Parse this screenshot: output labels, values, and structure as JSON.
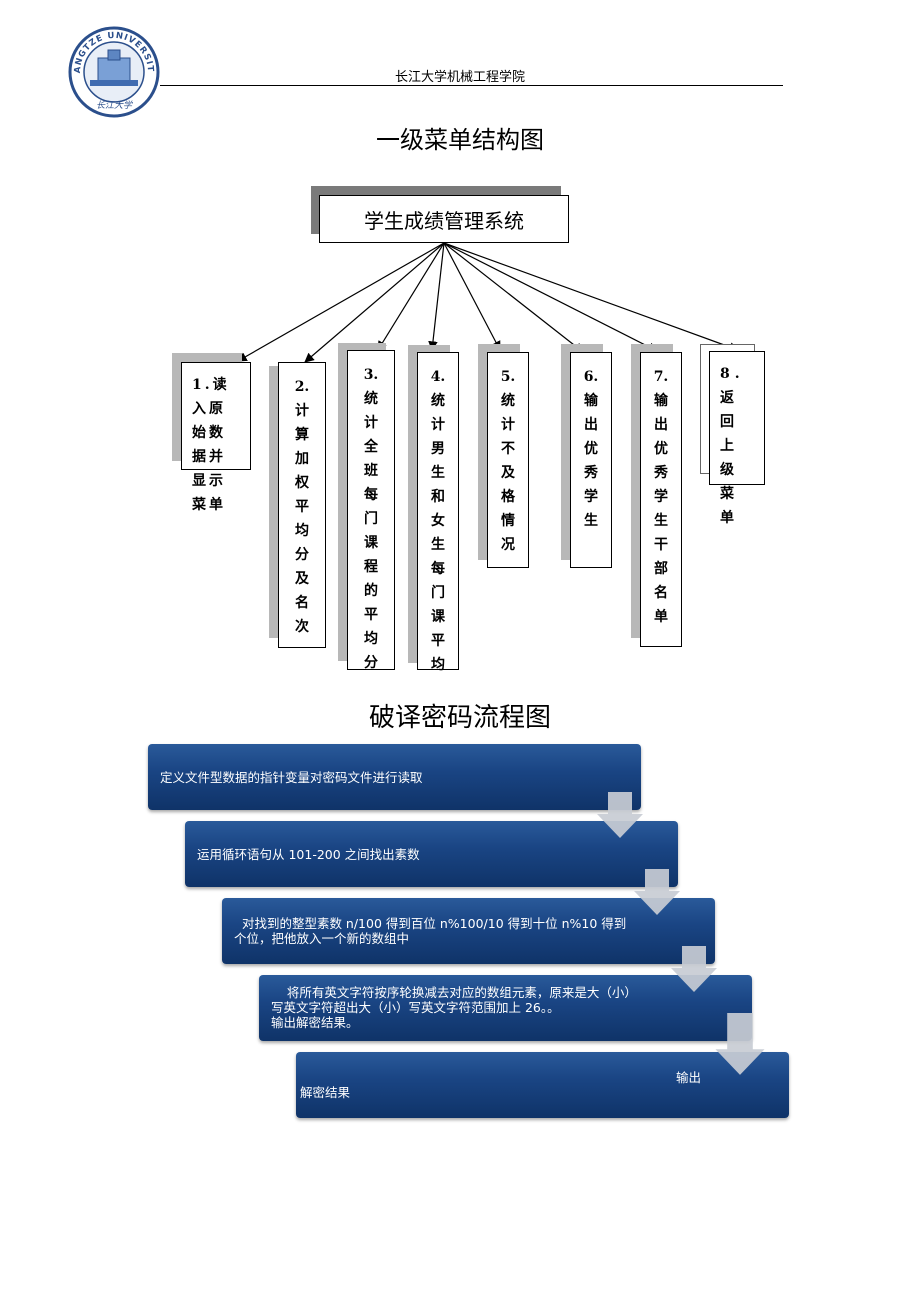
{
  "header": {
    "logo_text": "YANGTZE UNIVERSITY",
    "logo_script": "长江大学",
    "institution": "长江大学机械工程学院"
  },
  "menu_chart": {
    "title": "一级菜单结构图",
    "root": "学生成绩管理系统",
    "items": [
      {
        "label": "1.读入原始数据并显示菜单"
      },
      {
        "label": "2.计算加权平均分及名次"
      },
      {
        "label": "3.统计全班每门课程的平均分"
      },
      {
        "label": "4.统计男生和女生每门课平均"
      },
      {
        "label": "5.统计不及格情况"
      },
      {
        "label": "6.输出优秀学生"
      },
      {
        "label": "7.输出优秀学生干部名单"
      },
      {
        "label": "8.返回上级菜单"
      }
    ]
  },
  "flow_chart": {
    "title": "破译密码流程图",
    "steps": [
      {
        "text": "定义文件型数据的指针变量对密码文件进行读取"
      },
      {
        "text": "运用循环语句从 101-200 之间找出素数"
      },
      {
        "text": "  对找到的整型素数 n/100 得到百位 n%100/10 得到十位 n%10 得到\n个位，把他放入一个新的数组中"
      },
      {
        "text": "    将所有英文字符按序轮换减去对应的数组元素，原来是大（小）\n写英文字符超出大（小）写英文字符范围加上 26。。\n输出解密结果。"
      },
      {
        "text_right": "输出",
        "text_left": "解密结果"
      }
    ]
  },
  "colors": {
    "step_blue": "#1a4584",
    "arrow_gray": "#c8ccd4",
    "shadow_gray": "#b8b8b8"
  }
}
